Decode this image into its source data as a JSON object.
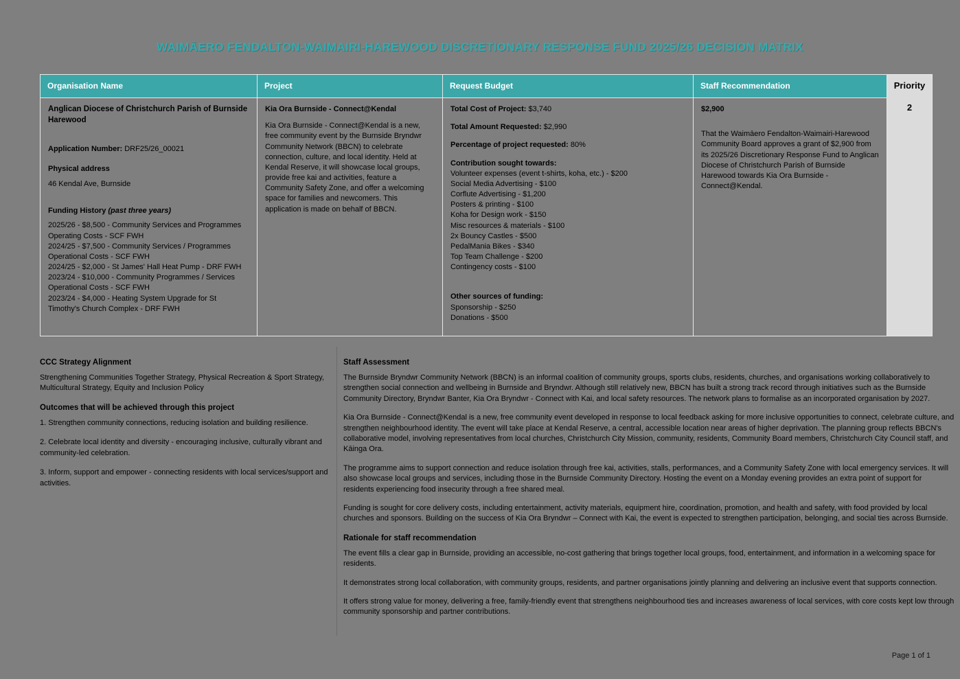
{
  "title": "WAIMĀERO FENDALTON-WAIMAIRI-HAREWOOD DISCRETIONARY RESPONSE FUND 2025/26 DECISION MATRIX",
  "footer": {
    "page_label": "Page 1 of 1"
  },
  "colors": {
    "page_background": "#7F7F7F",
    "header_teal": "#3BA7A9",
    "title_teal": "#2FADB0",
    "priority_column_bg": "#DBDBDB",
    "header_text": "#FFFFFF",
    "body_text": "#000000"
  },
  "table": {
    "headers": {
      "organisation": "Organisation Name",
      "project": "Project",
      "budget": "Request Budget",
      "staff_recommendation": "Staff Recommendation",
      "priority": "Priority"
    },
    "organisation": {
      "name": "Anglican Diocese of Christchurch Parish of Burnside Harewood",
      "application_number_label": "Application Number:",
      "application_number": "DRF25/26_00021",
      "physical_address_label": "Physical address",
      "physical_address": "46 Kendal Ave, Burnside",
      "funding_history_label": "Funding History",
      "funding_history_note": "(past three years)",
      "funding_history": [
        "2025/26 - $8,500 - Community Services and Programmes Operating Costs - SCF FWH",
        "2024/25 - $7,500 - Community Services / Programmes Operational Costs - SCF FWH",
        "2024/25 - $2,000 - St James' Hall Heat Pump - DRF FWH",
        "2023/24 - $10,000 - Community Programmes / Services Operational Costs - SCF FWH",
        "2023/24 - $4,000 - Heating System Upgrade for St Timothy's Church Complex - DRF FWH"
      ]
    },
    "project": {
      "title": "Kia Ora Burnside - Connect@Kendal",
      "description": "Kia Ora Burnside - Connect@Kendal is a new, free community event by the Burnside Bryndwr Community Network (BBCN) to celebrate connection, culture, and local identity. Held at Kendal Reserve, it will showcase local groups, provide free kai and activities, feature a Community Safety Zone, and offer a welcoming space for families and newcomers. This application is made on behalf of BBCN."
    },
    "budget": {
      "total_cost_label": "Total Cost of Project:",
      "total_cost": "$3,740",
      "total_requested_label": "Total Amount Requested:",
      "total_requested": "$2,990",
      "percentage_label": "Percentage of project requested:",
      "percentage": "80%",
      "contribution_label": "Contribution sought towards:",
      "contributions": [
        "Volunteer expenses (event t-shirts, koha, etc.) - $200",
        "Social Media Advertising - $100",
        "Corflute Advertising - $1,200",
        "Posters & printing - $100",
        "Koha for Design work - $150",
        "Misc resources & materials - $100",
        "2x Bouncy Castles - $500",
        "PedalMania Bikes - $340",
        "Top Team Challenge - $200",
        "Contingency costs - $100"
      ],
      "other_funding_label": "Other sources of funding:",
      "other_funding": [
        "Sponsorship - $250",
        "Donations - $500"
      ]
    },
    "staff_recommendation": {
      "amount": "$2,900",
      "recommendation": "That the Waimāero Fendalton-Waimairi-Harewood Community Board approves a grant of $2,900 from its 2025/26 Discretionary Response Fund to Anglican Diocese of Christchurch Parish of Burnside Harewood towards Kia Ora Burnside - Connect@Kendal."
    },
    "priority": {
      "value": "2"
    }
  },
  "details": {
    "strategy": {
      "heading": "CCC Strategy Alignment",
      "alignment": "Strengthening Communities Together Strategy, Physical Recreation & Sport Strategy, Multicultural Strategy, Equity and Inclusion Policy",
      "outcomes_heading": "Outcomes that will be achieved through this project",
      "outcomes": [
        "1. Strengthen community connections, reducing isolation and building resilience.",
        "2. Celebrate local identity and diversity - encouraging inclusive, culturally vibrant and community-led celebration.",
        "3. Inform, support and empower - connecting residents with local services/support and activities."
      ]
    },
    "assessment": {
      "heading": "Staff Assessment",
      "paragraphs": [
        "The Burnside Bryndwr Community Network (BBCN) is an informal coalition of community groups, sports clubs, residents, churches, and organisations working collaboratively to strengthen social connection and wellbeing in Burnside and Bryndwr. Although still relatively new, BBCN has built a strong track record through initiatives such as the Burnside Community Directory, Bryndwr Banter, Kia Ora Bryndwr - Connect with Kai, and local safety resources. The network plans to formalise as an incorporated organisation by 2027.",
        "Kia Ora Burnside - Connect@Kendal is a new, free community event developed in response to local feedback asking for more inclusive opportunities to connect, celebrate culture, and strengthen neighbourhood identity. The event will take place at Kendal Reserve, a central, accessible location near areas of higher deprivation. The planning group reflects BBCN's collaborative model, involving representatives from local churches, Christchurch City Mission, community, residents, Community Board members, Christchurch City Council staff, and Kāinga Ora.",
        "The programme aims to support connection and reduce isolation through free kai, activities, stalls, performances, and a Community Safety Zone with local emergency services. It will also showcase local groups and services, including those in the Burnside Community Directory. Hosting the event on a Monday evening provides an extra point of support for residents experiencing food insecurity through a free shared meal.",
        "Funding is sought for core delivery costs, including entertainment, activity materials, equipment hire, coordination, promotion, and health and safety, with food provided by local churches and sponsors. Building on the success of Kia Ora Bryndwr – Connect with Kai, the event is expected to strengthen participation, belonging, and social ties across Burnside."
      ],
      "rationale_heading": "Rationale for staff recommendation",
      "rationale_paragraphs": [
        "The event fills a clear gap in Burnside, providing an accessible, no-cost gathering that brings together local groups, food, entertainment, and information in a welcoming space for residents.",
        "It demonstrates strong local collaboration, with community groups, residents, and partner organisations jointly planning and delivering an inclusive event that supports connection.",
        "It offers strong value for money, delivering a free, family-friendly event that strengthens neighbourhood ties and increases awareness of local services, with core costs kept low through community sponsorship and partner contributions."
      ]
    }
  }
}
